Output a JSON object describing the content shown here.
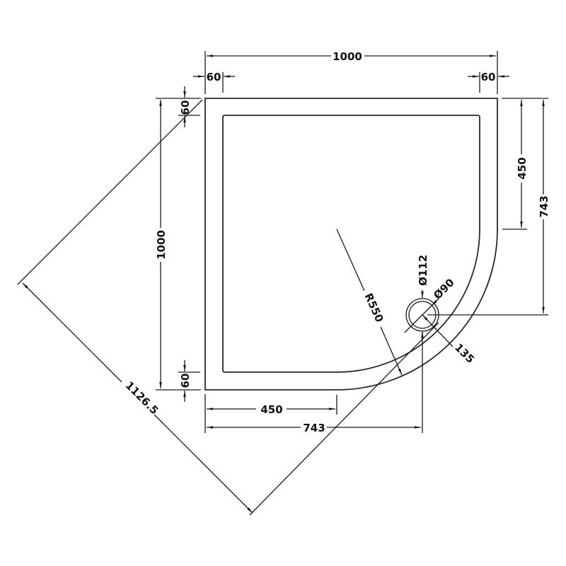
{
  "drawing": {
    "title": "Quadrant shower tray technical drawing",
    "stroke_color": "#1a1a1a",
    "background": "#ffffff",
    "dimensions": {
      "overall_width": "1000",
      "overall_depth": "1000",
      "top_left_rim": "60",
      "top_right_rim": "60",
      "left_top_rim": "60",
      "left_bottom_rim": "60",
      "right_straight": "450",
      "right_to_waste": "743",
      "bottom_straight": "450",
      "bottom_to_waste": "743",
      "radius": "R550",
      "waste_outer_diameter": "Ø112",
      "waste_inner_diameter": "Ø90",
      "waste_offset": "135",
      "diagonal": "1126.5"
    }
  }
}
